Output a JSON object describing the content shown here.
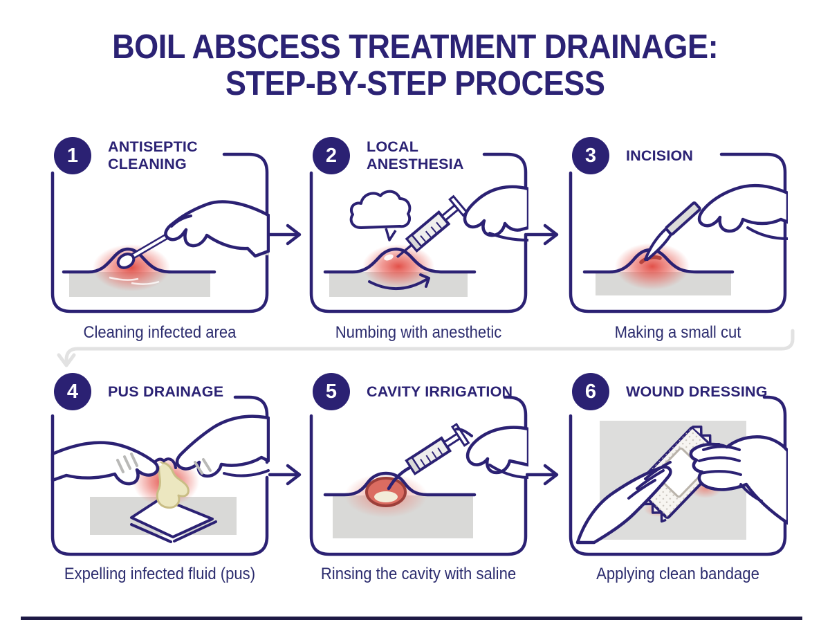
{
  "title": {
    "line1": "BOIL ABSCESS TREATMENT DRAINAGE:",
    "line2": "STEP-BY-STEP PROCESS"
  },
  "colors": {
    "navy": "#2b2173",
    "title_navy": "#2b2274",
    "boil_red": "#e0473f",
    "skin_gray": "#d9d9d7",
    "pus_yellow": "#ece7c0",
    "cavity_red": "#db6c61",
    "connector_gray": "#e2e2e2",
    "bottom_bar": "#1d1945"
  },
  "steps": [
    {
      "number": "1",
      "title_lines": [
        "ANTISEPTIC",
        "CLEANING"
      ],
      "caption": "Cleaning infected area",
      "illustration": "cotton-swab-cleaning"
    },
    {
      "number": "2",
      "title_lines": [
        "LOCAL",
        "ANESTHESIA"
      ],
      "caption": "Numbing with anesthetic",
      "illustration": "anesthetic-injection"
    },
    {
      "number": "3",
      "title_lines": [
        "INCISION"
      ],
      "caption": "Making a small cut",
      "illustration": "scalpel-incision"
    },
    {
      "number": "4",
      "title_lines": [
        "PUS DRAINAGE"
      ],
      "caption": "Expelling infected fluid (pus)",
      "illustration": "squeezing-pus-onto-gauze"
    },
    {
      "number": "5",
      "title_lines": [
        "CAVITY IRRIGATION"
      ],
      "caption": "Rinsing the cavity with saline",
      "illustration": "saline-irrigation"
    },
    {
      "number": "6",
      "title_lines": [
        "WOUND DRESSING"
      ],
      "caption": "Applying clean bandage",
      "illustration": "bandage-application"
    }
  ]
}
